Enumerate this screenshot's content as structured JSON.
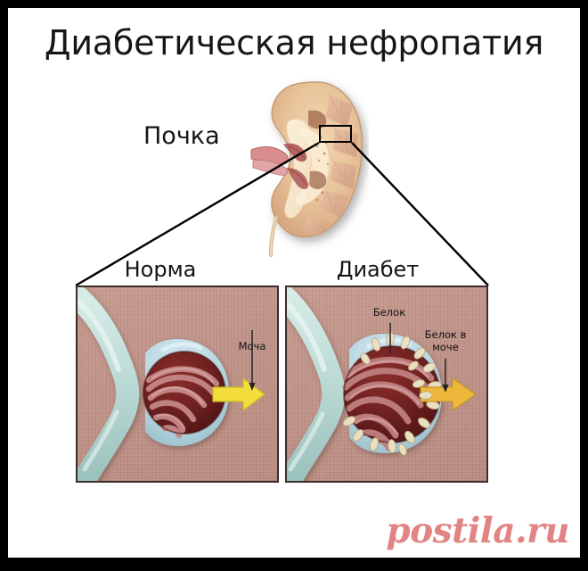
{
  "page": {
    "title": "Диабетическая нефропатия",
    "background_color": "#ffffff",
    "frame_color": "#000000"
  },
  "anatomy": {
    "kidney_label": "Почка",
    "callout_box_name": "kidney-zoom-region"
  },
  "comparison": {
    "panels": [
      {
        "id": "normal",
        "heading": "Норма",
        "arrow_color": "#f2dd3c",
        "annotations": [
          {
            "name": "urine",
            "text": "Моча"
          }
        ]
      },
      {
        "id": "diabetes",
        "heading": "Диабет",
        "arrow_color": "#edb73c",
        "annotations": [
          {
            "name": "protein",
            "text": "Белок"
          },
          {
            "name": "protein-in-urine",
            "text": "Белок в моче"
          }
        ]
      }
    ]
  },
  "colors": {
    "tissue_background": "#c29489",
    "capsule_blue": "#bdd8e0",
    "glomerulus_dark": "#6b2020",
    "capillary_pink": "#c08080",
    "protein_grain": "#e8ddbe",
    "kidney_cortex": "#e8c49a",
    "kidney_medulla": "#d9a887",
    "text": "#141414",
    "watermark": "#e28484"
  },
  "watermark": {
    "text": "postila.ru"
  }
}
